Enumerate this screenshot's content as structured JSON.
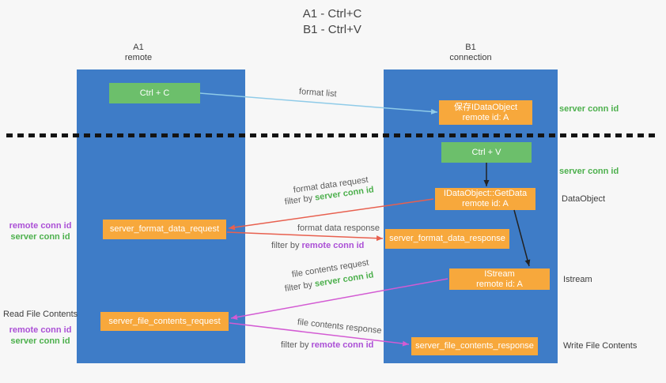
{
  "title": {
    "line1": "A1 - Ctrl+C",
    "line2": "B1 - Ctrl+V"
  },
  "lanes": {
    "a1": {
      "name": "A1",
      "subtitle": "remote"
    },
    "b1": {
      "name": "B1",
      "subtitle": "connection"
    }
  },
  "nodes": {
    "ctrl_c": {
      "label": "Ctrl + C"
    },
    "ctrl_v": {
      "label": "Ctrl + V"
    },
    "save_dataobject": {
      "line1": "保存IDataObject",
      "line2": "remote id: A"
    },
    "getdata": {
      "line1": "IDataObject::GetData",
      "line2": "remote id: A"
    },
    "istream": {
      "line1": "IStream",
      "line2": "remote id: A"
    },
    "format_request": {
      "label": "server_format_data_request"
    },
    "format_response": {
      "label": "server_format_data_response"
    },
    "file_request": {
      "label": "server_file_contents_request"
    },
    "file_response": {
      "label": "server_file_contents_response"
    }
  },
  "edge_labels": {
    "format_list": "format list",
    "format_data_request": "format data request",
    "format_data_response": "format data response",
    "file_contents_request": "file contents request",
    "file_contents_response": "file contents response",
    "filter_by": "filter by",
    "server_conn_id": "server conn id",
    "remote_conn_id": "remote conn id"
  },
  "side_labels": {
    "server_conn_id_top": "server conn id",
    "server_conn_id_mid": "server conn id",
    "dataobject": "DataObject",
    "istream": "Istream",
    "read_file_contents": "Read File Contents",
    "write_file_contents": "Write File Contents",
    "remote_conn_id": "remote conn id",
    "server_conn_id": "server conn id"
  },
  "colors": {
    "lane_blue": "#3e7cc7",
    "node_green": "#6cbf6b",
    "node_orange": "#f7a83c",
    "text_green": "#4db04d",
    "text_purple": "#ab4fd6",
    "arrow_red": "#e8604f",
    "arrow_magenta": "#d35bd3",
    "arrow_blue": "#8fcbe8",
    "arrow_black": "#222222"
  }
}
